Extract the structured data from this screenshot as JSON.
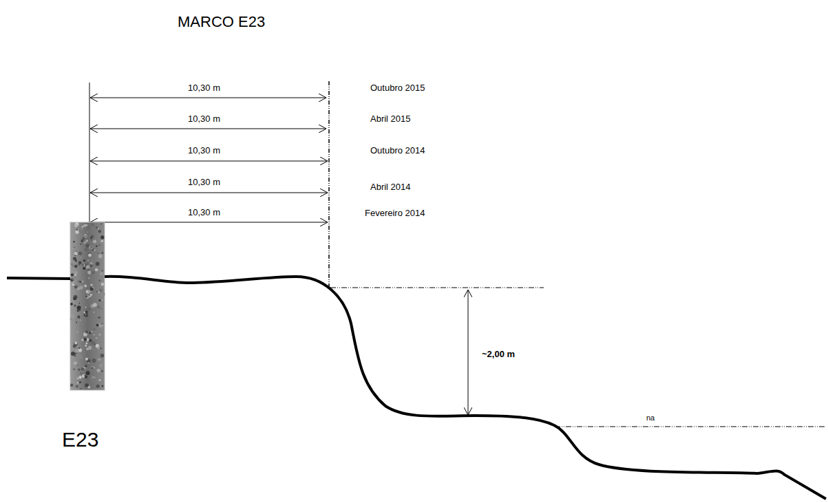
{
  "diagram": {
    "title": "MARCO E23",
    "labels": [
      "10,30 m",
      "Outubro 2015",
      "10,30 m",
      "Abril 2015",
      "10,30 m",
      "Outubro 2014",
      "10,30 m",
      "Abril 2014",
      "10,30 m",
      "Fevereiro 2014",
      "~2,00 m",
      "na",
      "E23"
    ]
  }
}
